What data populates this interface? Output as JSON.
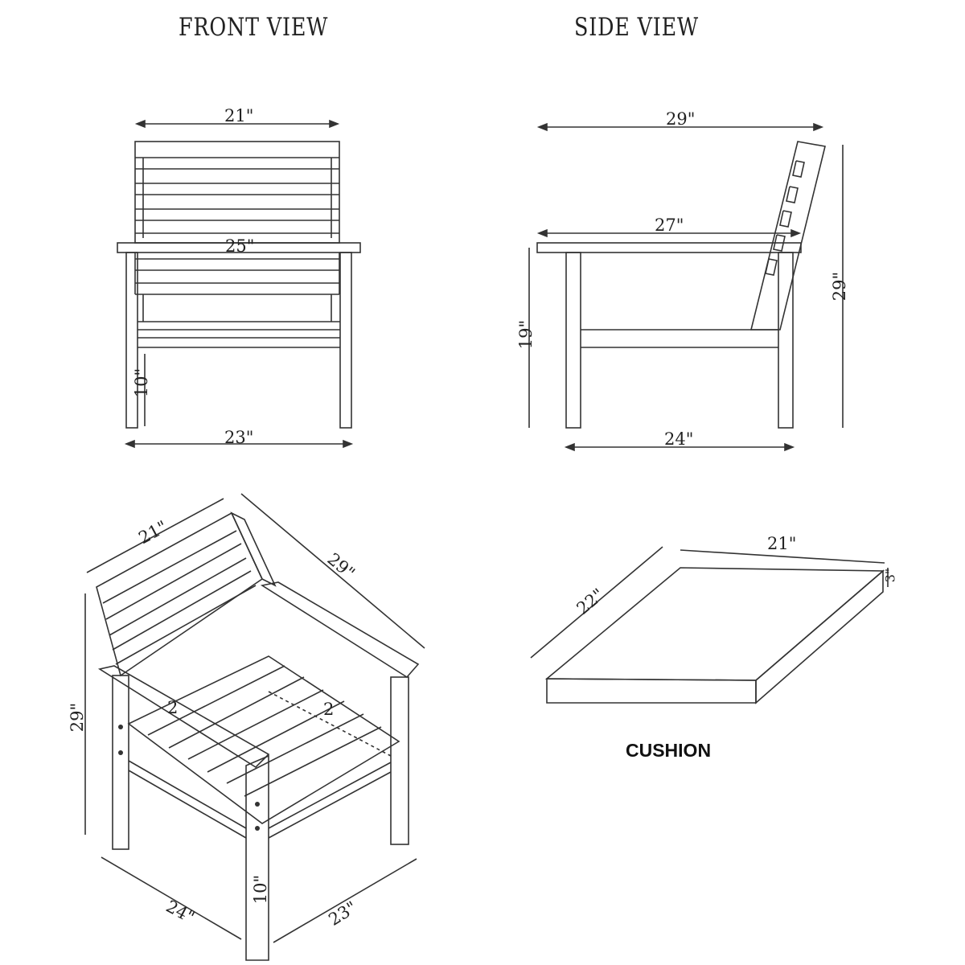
{
  "titles": {
    "front": "FRONT VIEW",
    "side": "SIDE VIEW",
    "cushion": "CUSHION"
  },
  "front_view": {
    "back_width": "21\"",
    "arm_width": "25\"",
    "base_width": "23\"",
    "stretcher_height": "10\""
  },
  "side_view": {
    "overall_depth": "29\"",
    "arm_depth": "27\"",
    "base_depth": "24\"",
    "seat_height": "19\"",
    "overall_height": "29\""
  },
  "iso_view": {
    "back_width": "21\"",
    "overall_depth": "29\"",
    "overall_height": "29\"",
    "seat_label_a": "2",
    "seat_label_b": "2",
    "stretcher_height": "10\"",
    "base_depth": "24\"",
    "base_width": "23\""
  },
  "cushion": {
    "width": "21\"",
    "depth": "22\"",
    "thickness": "3\""
  },
  "colors": {
    "line": "#333333",
    "background": "#ffffff"
  }
}
